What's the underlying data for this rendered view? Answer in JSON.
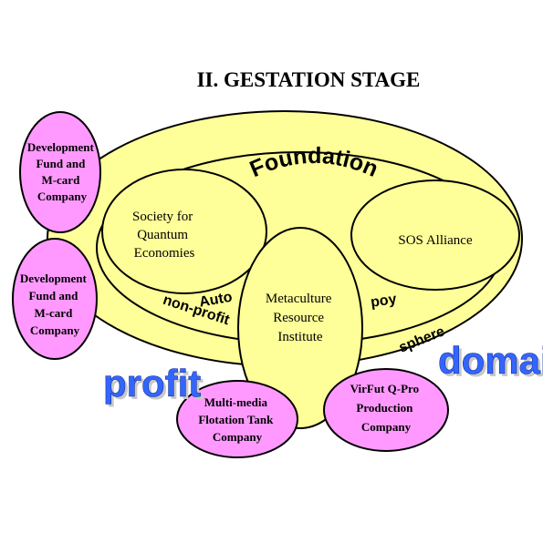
{
  "title": "II.  GESTATION STAGE",
  "colors": {
    "yellow": "#ffff99",
    "pink": "#ff99ff",
    "blue": "#3366ff",
    "stroke": "#000000"
  },
  "outer_ring_label": "Foundation",
  "arc_labels": {
    "auto": "Auto",
    "non_profit": "non-profit",
    "poy": "poy",
    "sphere": "sphere"
  },
  "big_words": {
    "profit": "profit",
    "domain": "domain"
  },
  "nodes": {
    "society": [
      "Society for",
      "Quantum",
      "Economies"
    ],
    "sos": [
      "SOS Alliance"
    ],
    "metaculture": [
      "Metaculture",
      "Resource",
      "Institute"
    ],
    "dev_fund_top": [
      "Development",
      "Fund and",
      "M-card",
      "Company"
    ],
    "dev_fund_bottom": [
      "Development",
      "Fund and",
      "M-card",
      "Company"
    ],
    "multimedia": [
      "Multi-media",
      "Flotation Tank",
      "Company"
    ],
    "virfut": [
      "VirFut Q-Pro",
      "Production",
      "Company"
    ]
  }
}
